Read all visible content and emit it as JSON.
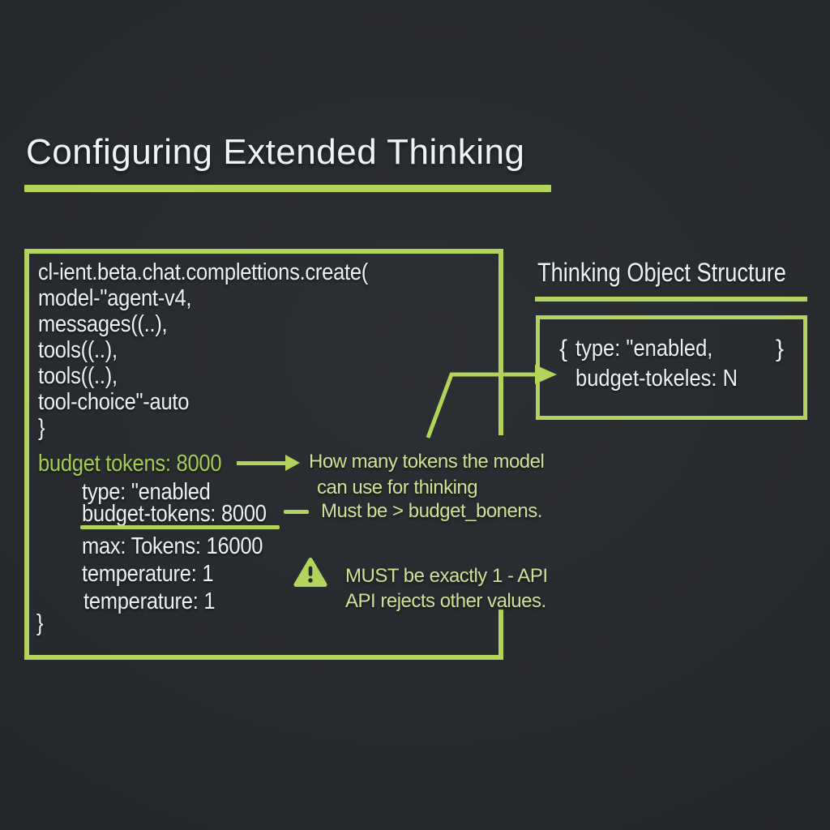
{
  "slide": {
    "title": "Configuring Extended Thinking"
  },
  "code_panel": {
    "lines": [
      "cl-ient.beta.chat.complettions.create(",
      "model-\"agent-v4,",
      "messages((..),",
      "tools((..),",
      "tools((..),",
      "tool-choice\"-auto",
      "}"
    ],
    "highlight_line": "budget tokens: 8000",
    "param_lines": [
      "type: \"enabled",
      "budget-tokens: 8000",
      "max: Tokens: 16000",
      "temperature: 1",
      "temperature: 1"
    ],
    "closing_brace": "}"
  },
  "annotations": {
    "budget_note_line1": "How many tokens the model",
    "budget_note_line2": "can use for thinking",
    "min_note": "Must be > budget_bonens.",
    "warning_icon": "warning-triangle-icon",
    "warning_line1": "MUST be exactly 1 - API",
    "warning_line2": "API rejects other values."
  },
  "object_panel": {
    "heading": "Thinking Object Structure",
    "brace_open": "{",
    "line1": "type: \"enabled,",
    "brace_close": "}",
    "line2": "budget-tokeles: N"
  },
  "colors": {
    "background": "#26292d",
    "accent_green": "#b2d45a",
    "code_green": "#a3cd50",
    "note_green": "#cfe096",
    "text_white": "#edeff1"
  }
}
